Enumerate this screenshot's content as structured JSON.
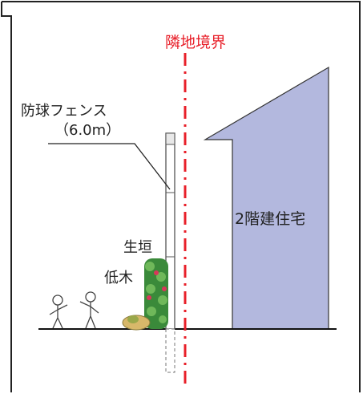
{
  "diagram": {
    "boundary_label": "隣地境界",
    "fence_label": "防球フェンス",
    "fence_height_label": "（6.0m）",
    "house_label": "2階建住宅",
    "hedge_label": "生垣",
    "shrub_label": "低木",
    "colors": {
      "boundary_line": "#e8202a",
      "house_fill": "#b3b8de",
      "hedge": "#3a8a3a",
      "flower": "#d8385a",
      "shrub": "#d8b86a",
      "ground": "#111111"
    }
  }
}
